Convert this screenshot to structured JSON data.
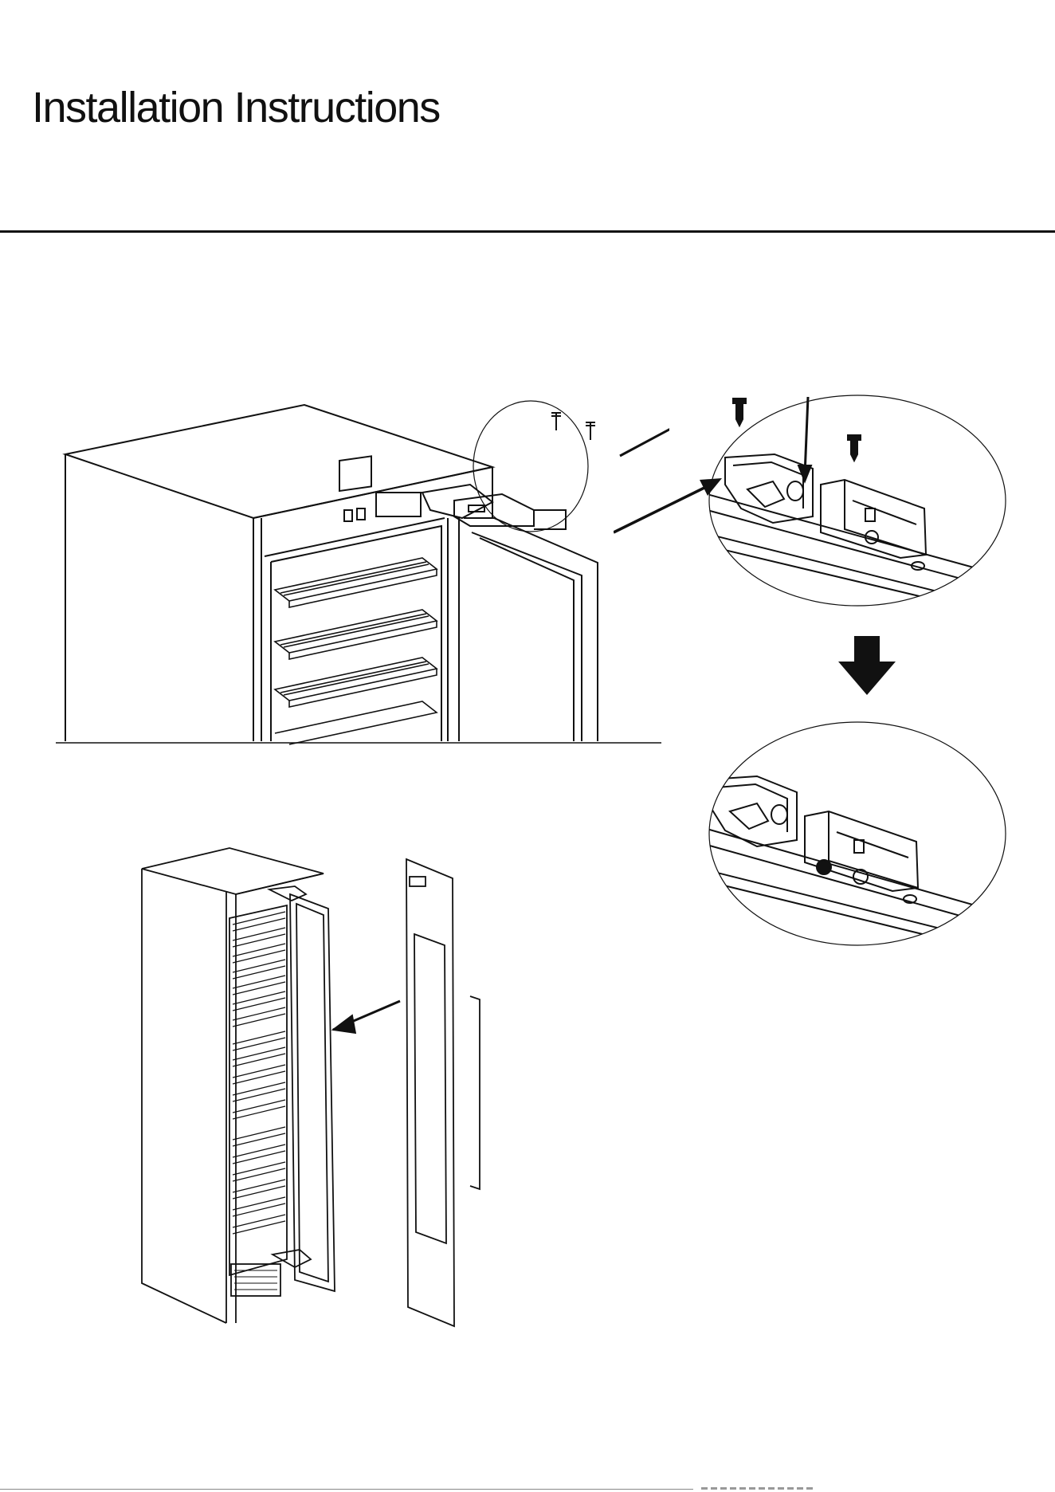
{
  "header": {
    "title": "Installation Instructions"
  },
  "figures": {
    "top_cabinet": "cabinet-hinge-overview",
    "detail_before": "hinge-detail-with-screws",
    "detail_after": "hinge-detail-installed",
    "door_panel": "full-cabinet-with-door-panel"
  },
  "colors": {
    "line": "#111111",
    "paper": "#ffffff"
  }
}
